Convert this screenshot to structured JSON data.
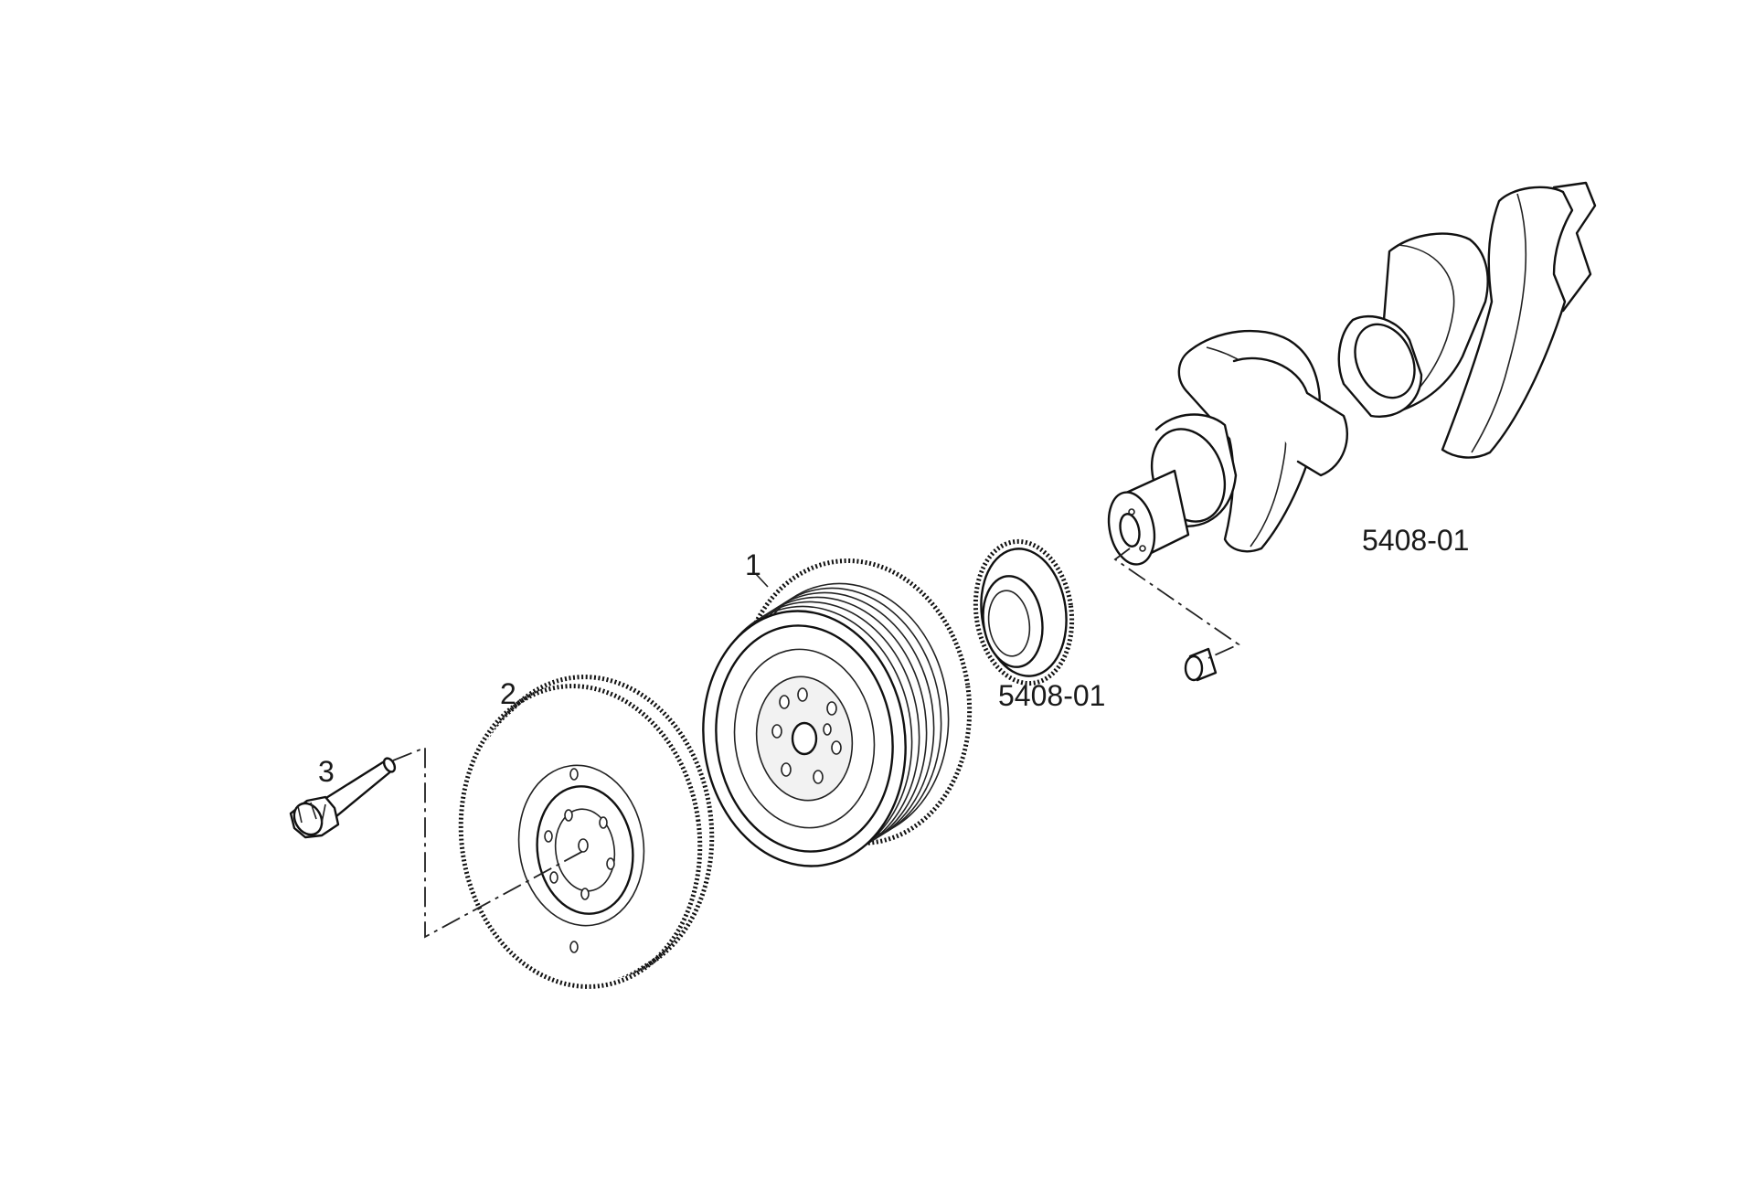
{
  "callouts": {
    "item_1": "1",
    "item_2": "2",
    "item_3": "3",
    "ref_gear": "5408-01",
    "ref_crankshaft": "5408-01"
  },
  "parts": [
    {
      "callout": "1",
      "part": "crankshaft-pulley"
    },
    {
      "callout": "2",
      "part": "vibration-damper"
    },
    {
      "callout": "3",
      "part": "bolt"
    },
    {
      "callout": "5408-01",
      "part": "crankshaft-sprocket"
    },
    {
      "callout": "5408-01",
      "part": "crankshaft"
    }
  ]
}
